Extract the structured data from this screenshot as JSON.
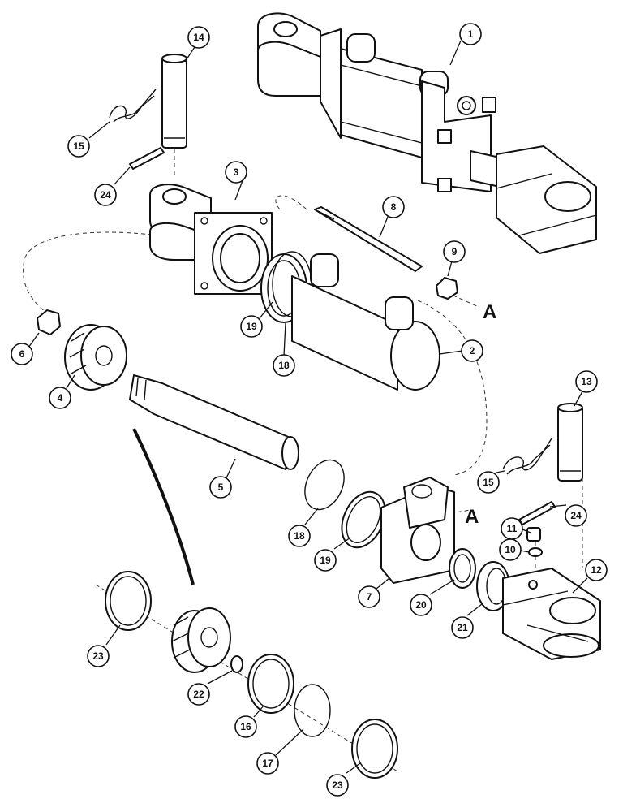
{
  "callouts": [
    {
      "label": "1"
    },
    {
      "label": "2"
    },
    {
      "label": "3"
    },
    {
      "label": "4"
    },
    {
      "label": "5"
    },
    {
      "label": "6"
    },
    {
      "label": "7"
    },
    {
      "label": "8"
    },
    {
      "label": "9"
    },
    {
      "label": "10"
    },
    {
      "label": "11"
    },
    {
      "label": "12"
    },
    {
      "label": "13"
    },
    {
      "label": "14"
    },
    {
      "label": "15"
    },
    {
      "label": "15"
    },
    {
      "label": "16"
    },
    {
      "label": "17"
    },
    {
      "label": "18"
    },
    {
      "label": "18"
    },
    {
      "label": "19"
    },
    {
      "label": "19"
    },
    {
      "label": "20"
    },
    {
      "label": "21"
    },
    {
      "label": "22"
    },
    {
      "label": "23"
    },
    {
      "label": "23"
    },
    {
      "label": "24"
    },
    {
      "label": "24"
    }
  ],
  "connection_letters": [
    {
      "label": "A"
    },
    {
      "label": "A"
    }
  ]
}
